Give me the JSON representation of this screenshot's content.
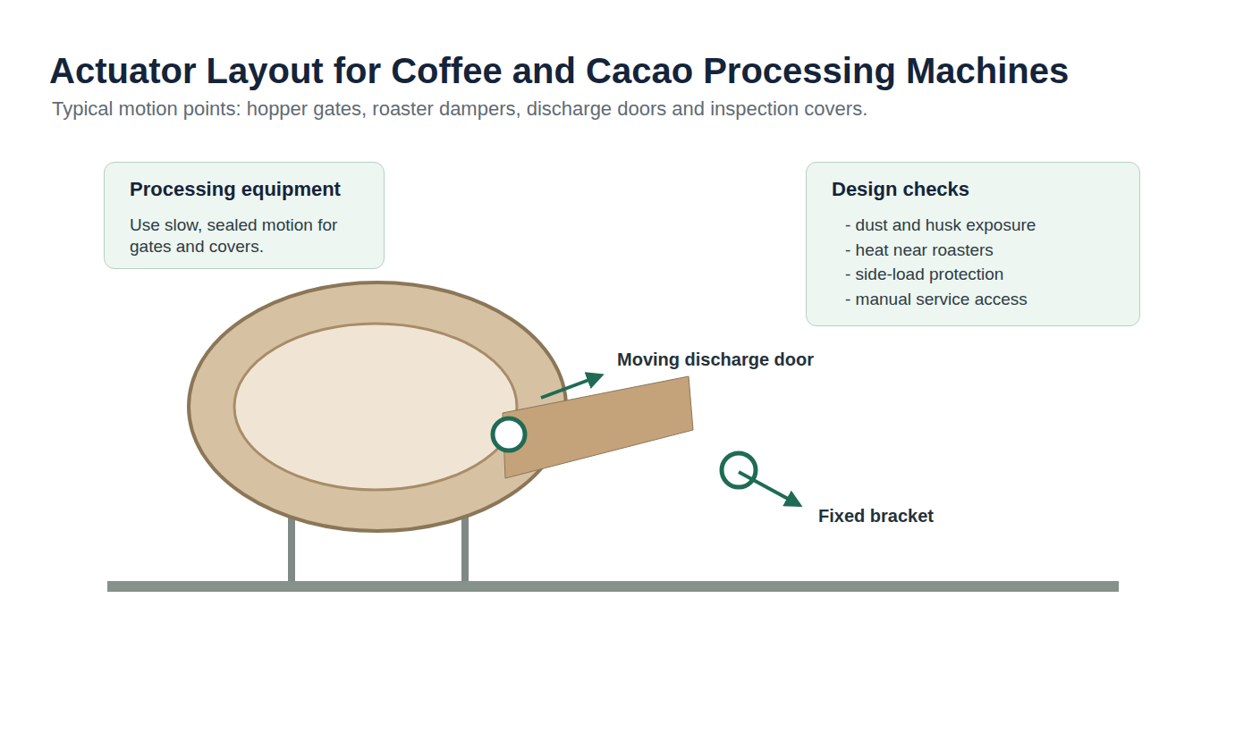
{
  "diagram": {
    "title": "Actuator Layout for Coffee and Cacao Processing Machines",
    "caption": "Typical motion points: hopper gates, roaster dampers, discharge doors and inspection covers.",
    "nodes": [
      {
        "text": [
          "Processing equipment",
          "Use slow, sealed motion for gates and covers."
        ]
      },
      {
        "text": [
          "Design checks",
          "- dust and husk exposure",
          "- heat near roasters",
          "- side-load protection",
          "- manual service access"
        ]
      }
    ],
    "labels": [
      "Moving discharge door",
      "Fixed bracket"
    ]
  }
}
